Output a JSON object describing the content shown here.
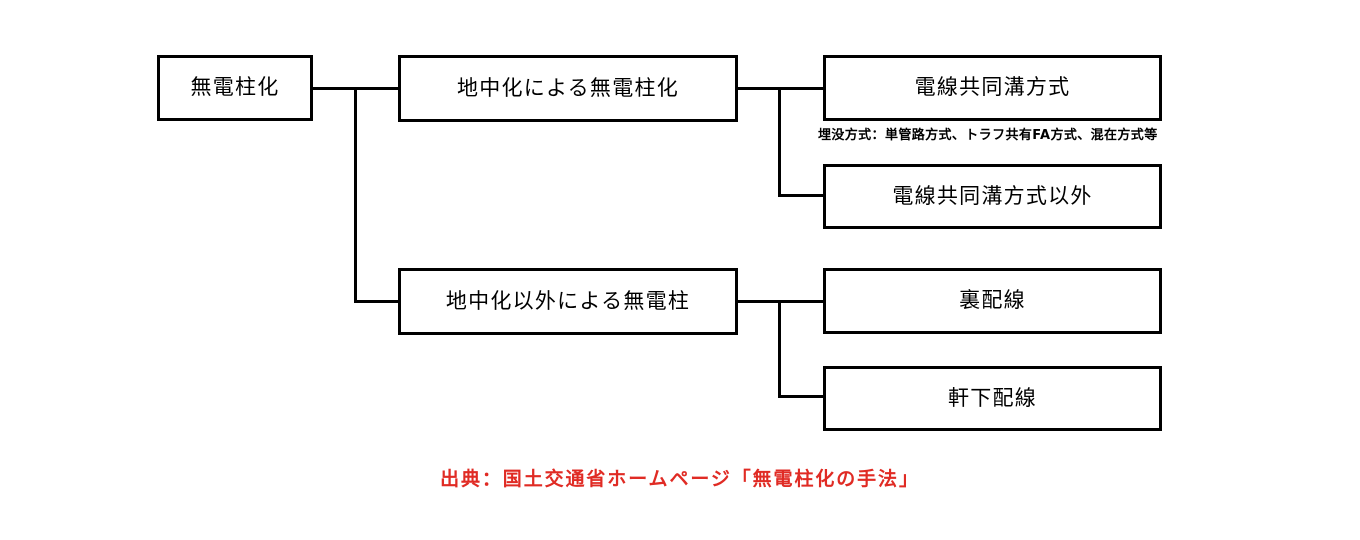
{
  "diagram": {
    "title": "無電柱化の手法",
    "type": "tree",
    "nodes": {
      "root": "無電柱化",
      "branch_a": "地中化による無電柱化",
      "branch_b": "地中化以外による無電柱",
      "leaf_a1": "電線共同溝方式",
      "leaf_a2": "電線共同溝方式以外",
      "leaf_b1": "裏配線",
      "leaf_b2": "軒下配線"
    },
    "annotation": "埋没方式：単管路方式、トラフ共有FA方式、混在方式等",
    "footer": "出典：国土交通省ホームページ「無電柱化の手法」",
    "colors": {
      "line": "#000000",
      "text": "#000000",
      "footer_text": "#e02b24",
      "background": "#ffffff"
    }
  }
}
